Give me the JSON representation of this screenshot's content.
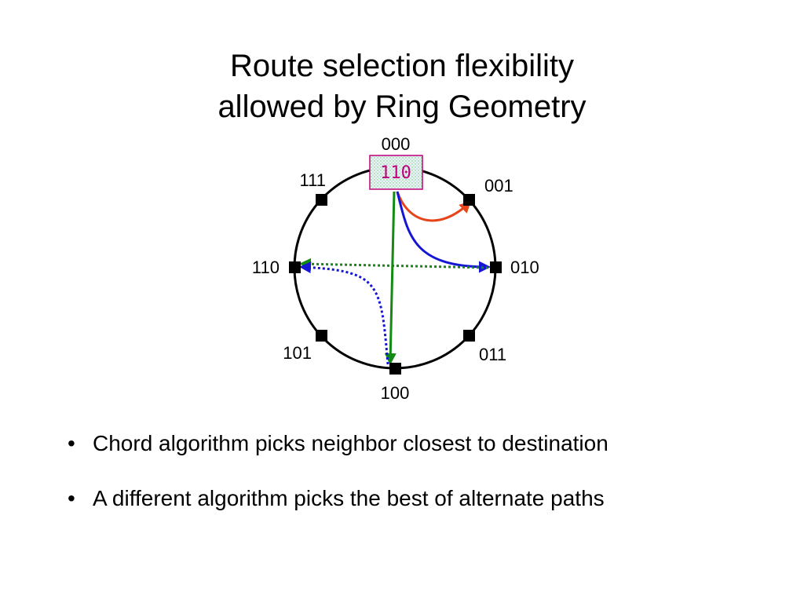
{
  "slide": {
    "title_line1": "Route selection flexibility",
    "title_line2": "allowed by Ring Geometry"
  },
  "diagram": {
    "nodes": [
      {
        "id": "000",
        "label": "000"
      },
      {
        "id": "001",
        "label": "001"
      },
      {
        "id": "010",
        "label": "010"
      },
      {
        "id": "011",
        "label": "011"
      },
      {
        "id": "100",
        "label": "100"
      },
      {
        "id": "101",
        "label": "101"
      },
      {
        "id": "110",
        "label": "110"
      },
      {
        "id": "111",
        "label": "111"
      }
    ],
    "source_label": "110",
    "routes": [
      {
        "from": "000",
        "to": "001",
        "color": "#e8441a",
        "style": "solid"
      },
      {
        "from": "000",
        "to": "010",
        "color": "#1515d6",
        "style": "solid"
      },
      {
        "from": "000",
        "to": "100",
        "color": "#138a13",
        "style": "solid"
      },
      {
        "from": "010",
        "to": "110",
        "color": "#138a13",
        "style": "dotted"
      },
      {
        "from": "100",
        "to": "110",
        "color": "#1515d6",
        "style": "dotted"
      }
    ]
  },
  "bullets": [
    {
      "marker": "•",
      "text": "Chord algorithm picks neighbor closest to destination"
    },
    {
      "marker": "•",
      "text": "A different algorithm picks the best of alternate paths"
    }
  ]
}
